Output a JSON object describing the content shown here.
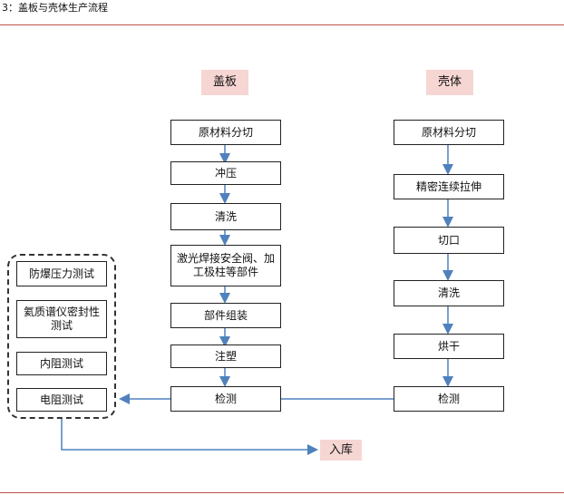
{
  "title": "3：盖板与壳体生产流程",
  "headers": {
    "lid": "盖板",
    "shell": "壳体"
  },
  "lid_steps": [
    "原材料分切",
    "冲压",
    "清洗",
    "激光焊接安全阀、加工极柱等部件",
    "部件组装",
    "注塑",
    "检测"
  ],
  "shell_steps": [
    "原材料分切",
    "精密连续拉伸",
    "切口",
    "清洗",
    "烘干",
    "检测"
  ],
  "tests": [
    "防爆压力测试",
    "氦质谱仪密封性测试",
    "内阻测试",
    "电阻测试"
  ],
  "storage": "入库",
  "colors": {
    "arrow": "#4f81bd",
    "rule": "#c0504d",
    "tag_bg": "#f6d6d3"
  }
}
